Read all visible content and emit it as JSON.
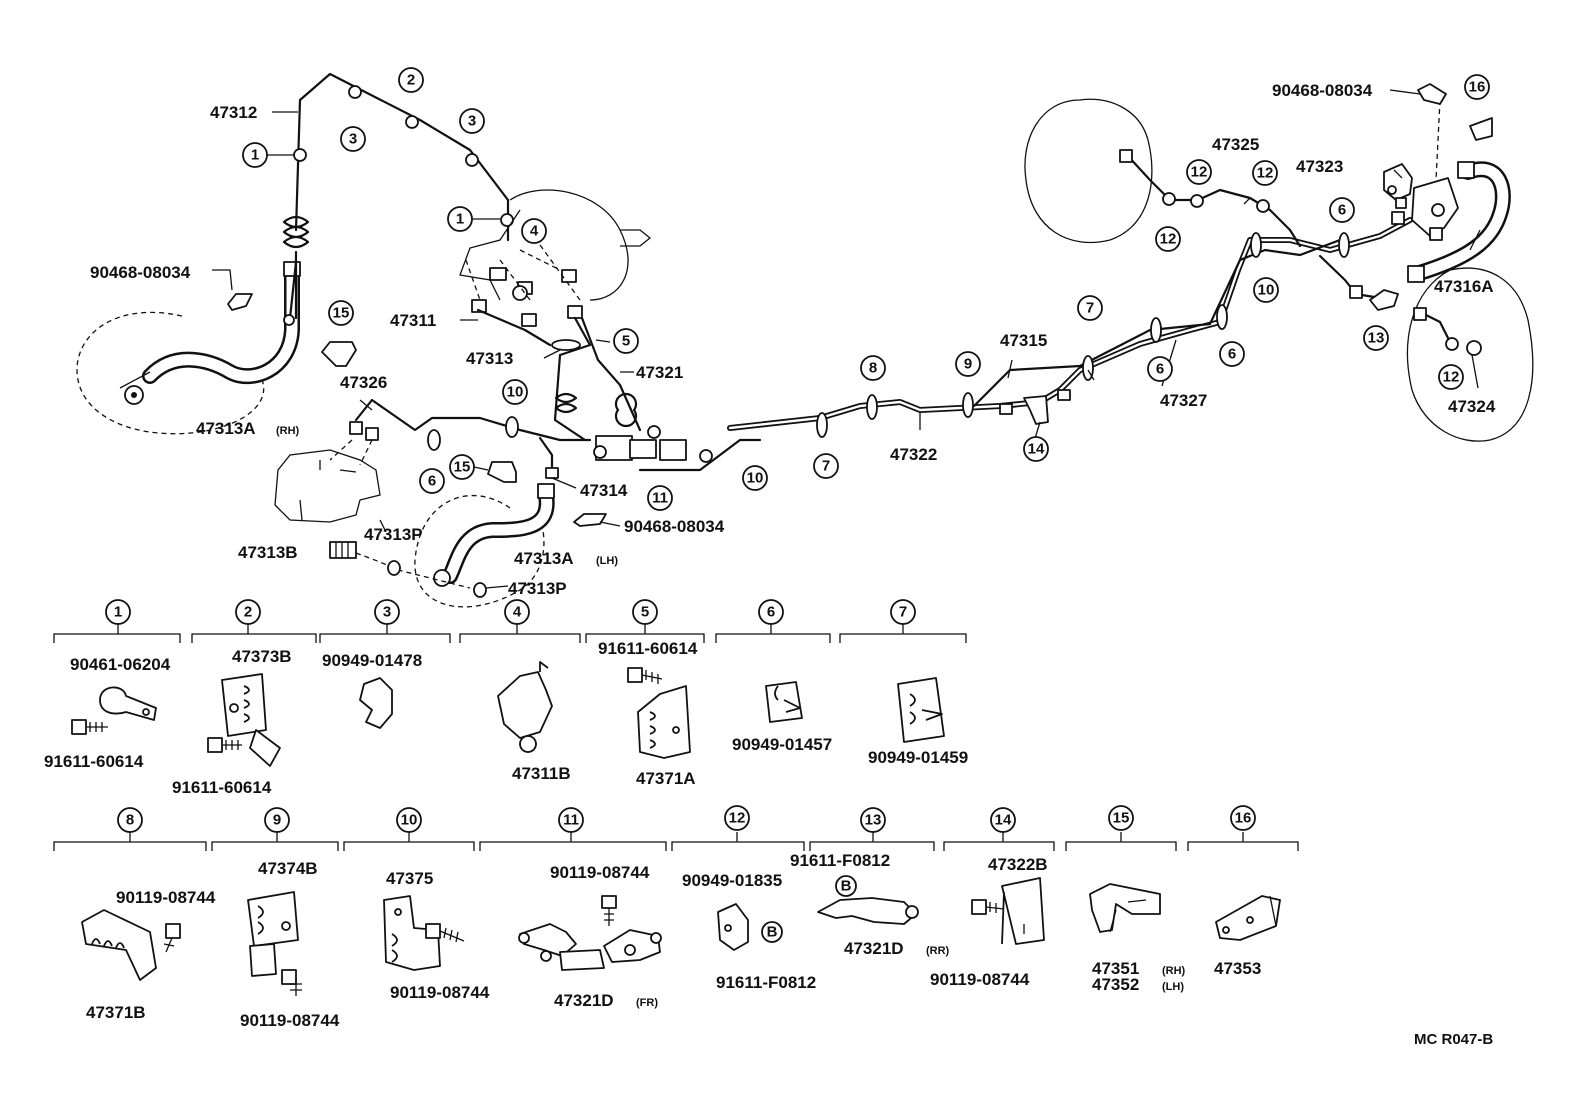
{
  "labels": {
    "p47312": "47312",
    "p90468_a": "90468-08034",
    "p47313A_rh": "47313A",
    "rh_a": "(RH)",
    "p47311": "47311",
    "p47313": "47313",
    "p47321": "47321",
    "p47326": "47326",
    "p47314": "47314",
    "p90468_b": "90468-08034",
    "p47313P_a": "47313P",
    "p47313B": "47313B",
    "p47313A_lh": "47313A",
    "lh_a": "(LH)",
    "p47313P_b": "47313P",
    "p47322": "47322",
    "p47315": "47315",
    "p47327": "47327",
    "p47325": "47325",
    "p47323": "47323",
    "p90468_c": "90468-08034",
    "p47316A": "47316A",
    "p47324": "47324"
  },
  "callouts": {
    "c1": "1",
    "c2": "2",
    "c3": "3",
    "c4": "4",
    "c5": "5",
    "c6": "6",
    "c7": "7",
    "c8": "8",
    "c9": "9",
    "c10": "10",
    "c11": "11",
    "c12": "12",
    "c13": "13",
    "c14": "14",
    "c15": "15",
    "c16": "16"
  },
  "legend": {
    "g1": [
      "90461-06204",
      "91611-60614"
    ],
    "g2": [
      "47373B",
      "91611-60614"
    ],
    "g3": [
      "90949-01478"
    ],
    "g4": [
      "47311B"
    ],
    "g5": [
      "91611-60614",
      "47371A"
    ],
    "g6": [
      "90949-01457"
    ],
    "g7": [
      "90949-01459"
    ],
    "g8": [
      "90119-08744",
      "47371B"
    ],
    "g9": [
      "47374B",
      "90119-08744"
    ],
    "g10": [
      "47375",
      "90119-08744"
    ],
    "g11": [
      "90119-08744",
      "47321D",
      "(FR)"
    ],
    "g12": [
      "90949-01835",
      "91611-F0812"
    ],
    "g13": [
      "91611-F0812",
      "47321D",
      "(RR)"
    ],
    "g14": [
      "47322B",
      "90119-08744"
    ],
    "g15": [
      "47351",
      "(RH)",
      "47352",
      "(LH)"
    ],
    "g16": [
      "47353"
    ],
    "b_marker": "B"
  },
  "footer": {
    "code": "MC  R047-B"
  }
}
